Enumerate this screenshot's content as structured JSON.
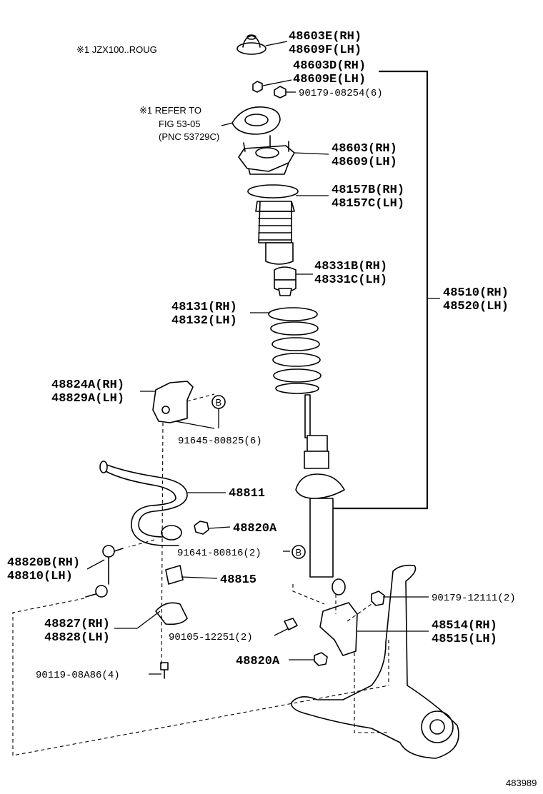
{
  "note": "※1 JZX100..ROUG",
  "refer_note": {
    "line1": "※1 REFER TO",
    "line2": "FIG 53-05",
    "line3": "(PNC 53729C)"
  },
  "labels": {
    "p48603E": "48603E(RH)",
    "p48609F": "48609F(LH)",
    "p48603D": "48603D(RH)",
    "p48609E": "48609E(LH)",
    "p90179_08254": "90179-08254(6)",
    "p48603": "48603(RH)",
    "p48609": "48609(LH)",
    "p48157B": "48157B(RH)",
    "p48157C": "48157C(LH)",
    "p48331B": "48331B(RH)",
    "p48331C": "48331C(LH)",
    "p48510": "48510(RH)",
    "p48520": "48520(LH)",
    "p48131": "48131(RH)",
    "p48132": "48132(LH)",
    "p48824A": "48824A(RH)",
    "p48829A": "48829A(LH)",
    "p91645": "91645-80825(6)",
    "p48811": "48811",
    "p48820A_top": "48820A",
    "p91641": "91641-80816(2)",
    "p48820B": "48820B(RH)",
    "p48810": "48810(LH)",
    "p48815": "48815",
    "p90179_12111": "90179-12111(2)",
    "p48827": "48827(RH)",
    "p48828": "48828(LH)",
    "p48514": "48514(RH)",
    "p48515": "48515(LH)",
    "p90105": "90105-12251(2)",
    "p48820A_bottom": "48820A",
    "p90119": "90119-08A86(4)"
  },
  "markers": {
    "b1": "B",
    "b2": "B"
  },
  "figure_number": "483989"
}
